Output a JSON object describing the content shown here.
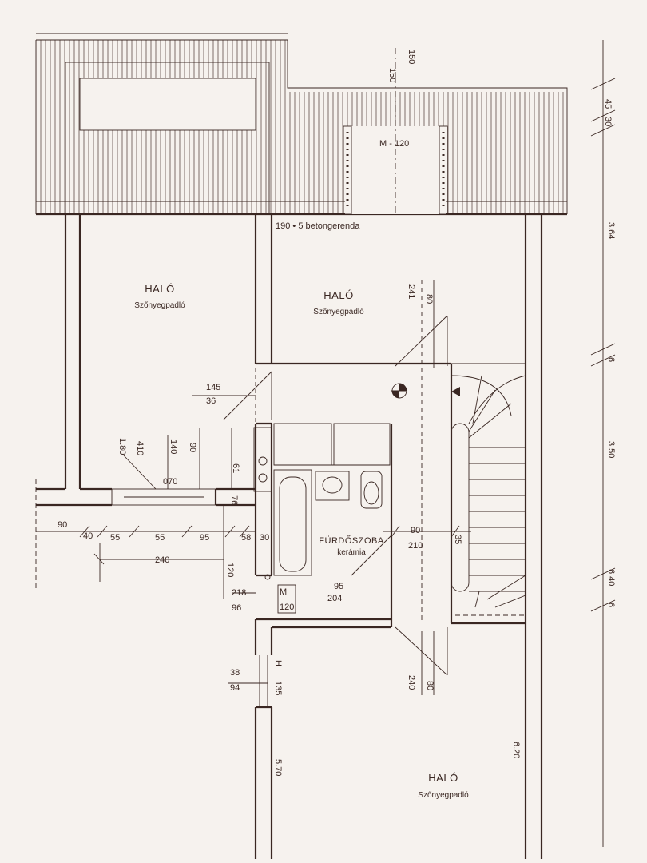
{
  "rooms": {
    "halo_left": {
      "name": "HALÓ",
      "floor": "Szőnyegpadló"
    },
    "halo_mid": {
      "name": "HALÓ",
      "floor": "Szőnyegpadló"
    },
    "furdo": {
      "name": "FÜRDŐSZOBA",
      "floor": "kerámia"
    },
    "halo_bottom": {
      "name": "HALÓ",
      "floor": "Szőnyegpadló"
    }
  },
  "labels": {
    "beam": "190 • 5 betongerenda",
    "door_m120": "M - 120",
    "win_150a": "150",
    "win_150b": "150",
    "r_45": "45",
    "r_30": "30",
    "r_364": "3.64",
    "r_6a": "6",
    "r_350": "3.50",
    "r_640": "6.40",
    "r_6b": "6",
    "d_241": "241",
    "d_80a": "80",
    "d_145": "145",
    "d_36a": "36",
    "d_180": "1.80",
    "d_410": "410",
    "d_140": "140",
    "d_90a": "90",
    "d_61": "61",
    "d_070": "070",
    "d_76": "76",
    "d_90b": "90",
    "d_40": "40",
    "d_55a": "55",
    "d_55b": "55",
    "d_95a": "95",
    "d_58": "58",
    "d_30": "30",
    "d_240": "240",
    "d_120": "120",
    "d_218": "218",
    "d_96": "96",
    "d_95b": "95",
    "d_204": "204",
    "d_90c": "90",
    "d_210": "210",
    "d_35": "35",
    "d_m": "M",
    "d_m120": "120",
    "d_38": "38",
    "d_94": "94",
    "d_h": "H",
    "d_135": "135",
    "d_240b": "240",
    "d_80b": "80",
    "d_570": "5.70",
    "d_620": "6.20"
  }
}
